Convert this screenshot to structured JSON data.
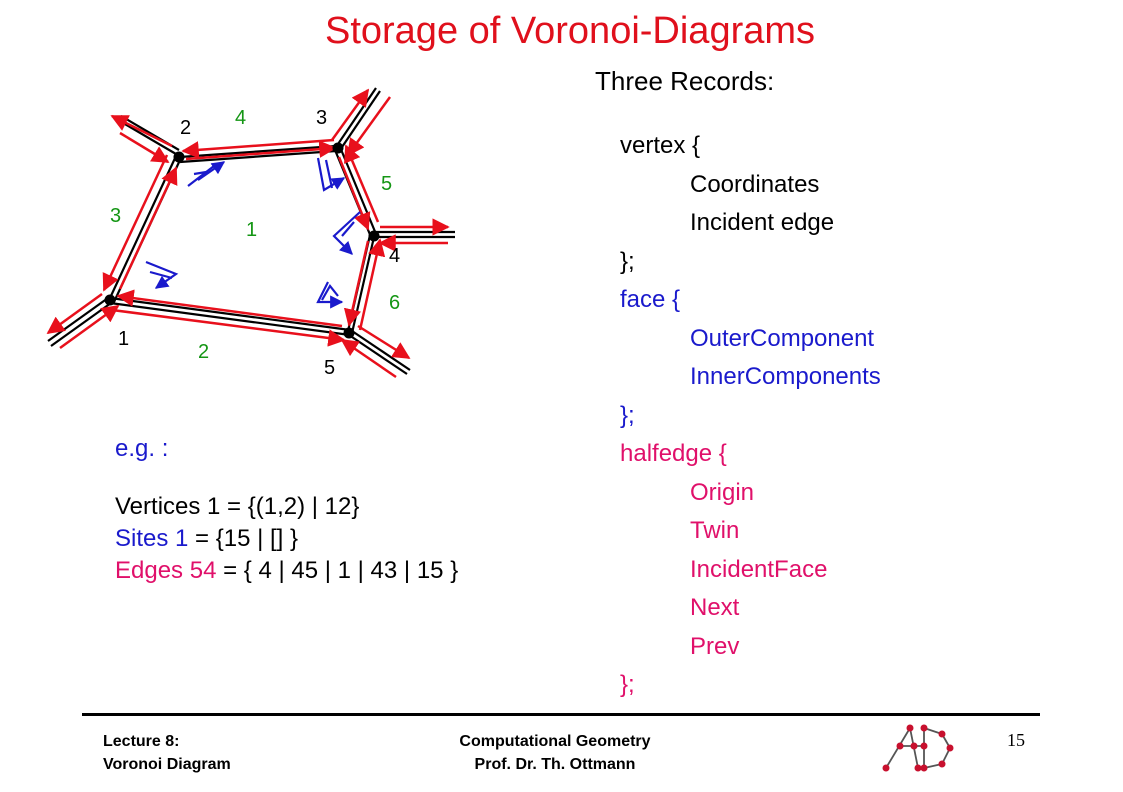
{
  "title": "Storage of Voronoi-Diagrams",
  "subtitle": "Three Records:",
  "diagram": {
    "vertex_labels": [
      "1",
      "2",
      "3",
      "4",
      "5"
    ],
    "edge_labels": [
      "2",
      "3",
      "4",
      "5",
      "6"
    ],
    "face_label": "1",
    "colors": {
      "edge": "#000000",
      "halfedge": "#e8101c",
      "pointer": "#1a1acc",
      "edge_label": "#149614"
    }
  },
  "example": {
    "heading": "e.g. :",
    "vertices_line": "Vertices 1 = {(1,2) | 12}",
    "sites_prefix": "Sites 1",
    "sites_rest": " = {15 | [] }",
    "edges_prefix": "Edges 54",
    "edges_rest": " = { 4 | 45 | 1 | 43 | 15 }"
  },
  "records": {
    "vertex_open": "vertex {",
    "vertex_fields": [
      "Coordinates",
      "Incident edge"
    ],
    "vertex_close": "};",
    "face_open": "face {",
    "face_fields": [
      "OuterComponent",
      "InnerComponents"
    ],
    "face_close": "};",
    "halfedge_open": "halfedge {",
    "halfedge_fields": [
      "Origin",
      "Twin",
      "IncidentFace",
      "Next",
      "Prev"
    ],
    "halfedge_close": "};"
  },
  "footer": {
    "lecture": "Lecture 8:",
    "topic": "Voronoi Diagram",
    "course": "Computational Geometry",
    "professor": "Prof. Dr. Th. Ottmann",
    "page_number": "15"
  }
}
